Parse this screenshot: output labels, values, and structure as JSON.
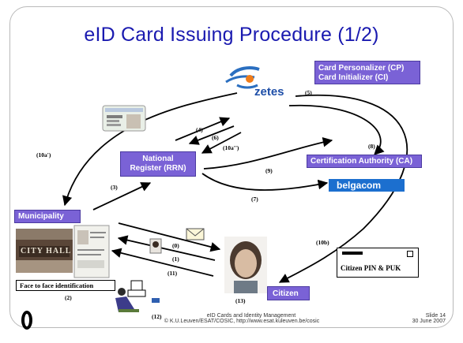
{
  "slide": {
    "title": "eID Card Issuing Procedure (1/2)",
    "footer": {
      "center_line1": "eID Cards and Identity Management",
      "center_line2": "© K.U.Leuven/ESAT/COSIC, http://www.esat.kuleuven.be/cosic",
      "right_line1": "Slide 14",
      "right_line2": "30 June 2007"
    }
  },
  "entities": {
    "card_personalizer": {
      "line1": "Card Personalizer (CP)",
      "line2": "Card Initializer (CI)"
    },
    "national_register": {
      "line1": "National",
      "line2": "Register (RRN)"
    },
    "certification_authority": {
      "label": "Certification Authority (CA)"
    },
    "municipality": {
      "label": "Municipality"
    },
    "citizen": {
      "label": "Citizen"
    }
  },
  "logos": {
    "zetes": "zetes",
    "belgacom": "belgacom",
    "city_hall": "CITY HALL"
  },
  "notes": {
    "citizen_pin_puk": "Citizen PIN & PUK",
    "face_to_face": "Face to face identification"
  },
  "step_labels": {
    "s0": "(0)",
    "s1": "(1)",
    "s2": "(2)",
    "s3": "(3)",
    "s4": "(4)",
    "s5": "(5)",
    "s6": "(6)",
    "s7": "(7)",
    "s8": "(8)",
    "s9": "(9)",
    "s10a1": "(10a')",
    "s10a2": "(10a'')",
    "s10b": "(10b)",
    "s11": "(11)",
    "s12": "(12)",
    "s13": "(13)"
  },
  "colors": {
    "title": "#1a1ab0",
    "entity_box": "#7a62d6",
    "arrow": "#000000",
    "belgacom_bg": "#1c6fcf"
  }
}
